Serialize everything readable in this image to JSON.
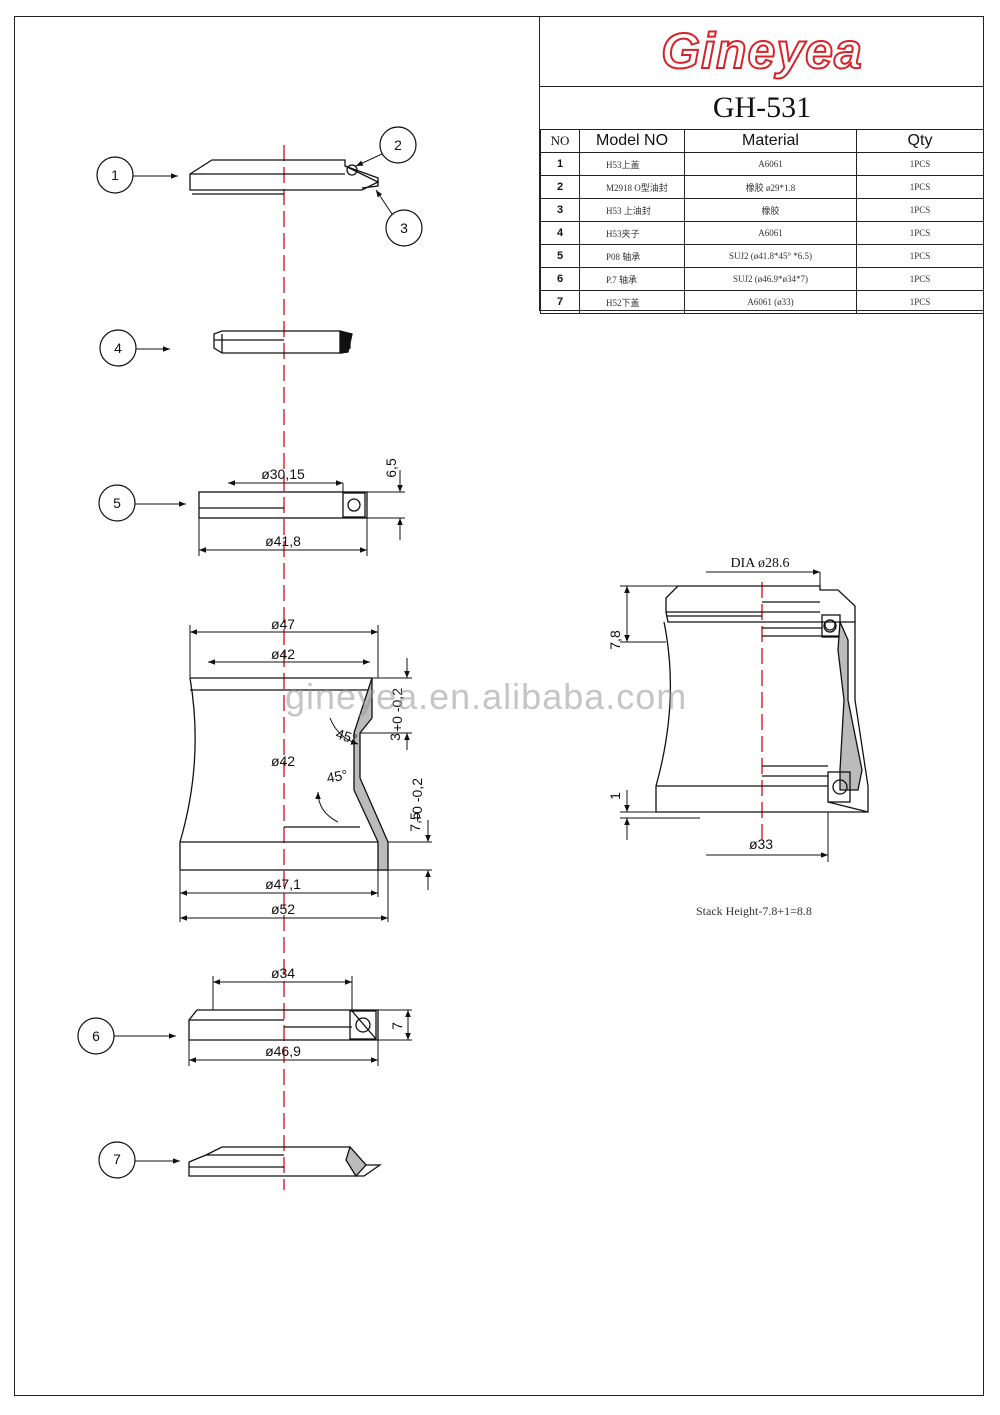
{
  "brand": "Gineyea",
  "model": "GH-531",
  "table": {
    "headers": [
      "NO",
      "Model NO",
      "Material",
      "Qty"
    ],
    "rows": [
      {
        "no": "1",
        "model": "H53上盖",
        "material": "A6061",
        "qty": "1PCS"
      },
      {
        "no": "2",
        "model": "M2918 O型油封",
        "material": "橡胶 ø29*1.8",
        "qty": "1PCS"
      },
      {
        "no": "3",
        "model": "H53 上油封",
        "material": "橡胶",
        "qty": "1PCS"
      },
      {
        "no": "4",
        "model": "H53夹子",
        "material": "A6061",
        "qty": "1PCS"
      },
      {
        "no": "5",
        "model": "P08 轴承",
        "material": "SUJ2 (ø41.8*45° *6.5)",
        "qty": "1PCS"
      },
      {
        "no": "6",
        "model": "P.7 轴承",
        "material": "SUJ2 (ø46.9*ø34*7)",
        "qty": "1PCS"
      },
      {
        "no": "7",
        "model": "H52下盖",
        "material": "A6061 (ø33)",
        "qty": "1PCS"
      }
    ]
  },
  "callouts": [
    "1",
    "2",
    "3",
    "4",
    "5",
    "6",
    "7"
  ],
  "dimensions": {
    "p5_inner": "ø30,15",
    "p5_outer": "ø41,8",
    "p5_height": "6,5",
    "cup_d47": "ø47",
    "cup_d42_top": "ø42",
    "cup_d42_mid": "ø42",
    "cup_angle_top": "45°",
    "cup_angle_bottom": "45°",
    "cup_depth_top": "3",
    "cup_tol_top": "+0 -0,2",
    "cup_depth_bottom": "7,5",
    "cup_tol_bottom": "+0 -0,2",
    "cup_d471": "ø47,1",
    "cup_d52": "ø52",
    "p6_inner": "ø34",
    "p6_outer": "ø46,9",
    "p6_height": "7",
    "asm_dia": "DIA ø28.6",
    "asm_height": "7,8",
    "asm_gap": "1",
    "asm_bottom": "ø33"
  },
  "watermark": "gineyea.en.alibaba.com",
  "stack_height": "Stack Height-7.8+1=8.8",
  "colors": {
    "brand_red": "#d6232a",
    "centerline": "#d62020"
  }
}
